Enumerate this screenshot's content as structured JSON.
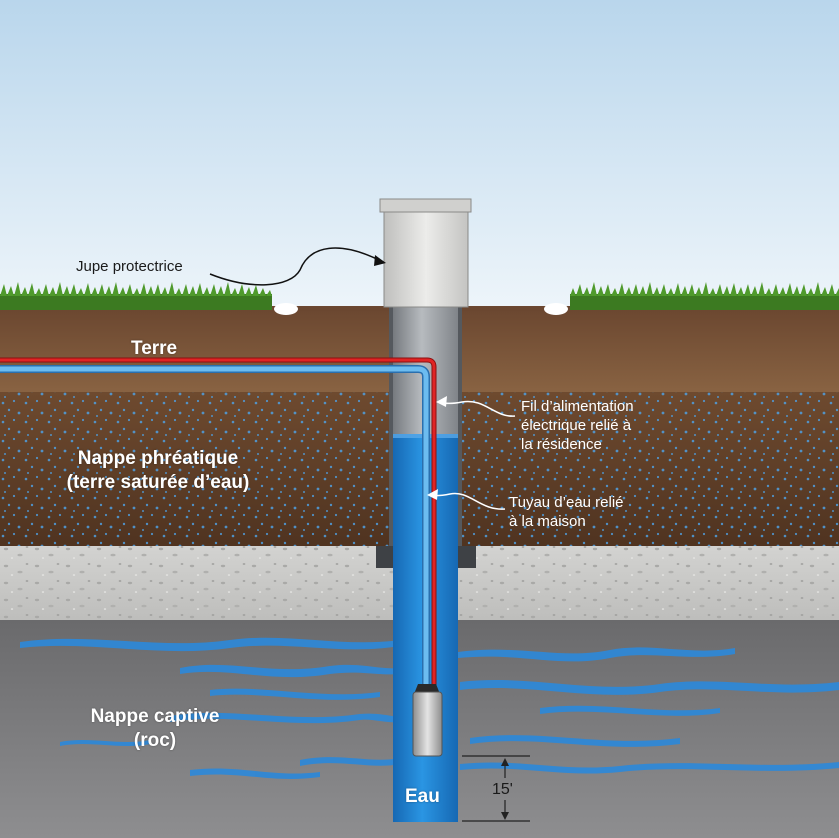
{
  "labels": {
    "jupe": "Jupe protectrice",
    "terre": "Terre",
    "nappe_phreatique": [
      "Nappe phréatique",
      "(terre saturée d’eau)"
    ],
    "fil": [
      "Fil d’alimentation",
      "électrique relié à",
      "la résidence"
    ],
    "tuyau": [
      "Tuyau d’eau relié",
      "à la maison"
    ],
    "nappe_captive": [
      "Nappe captive",
      "(roc)"
    ],
    "eau": "Eau",
    "distance": "15'"
  },
  "colors": {
    "sky_top": "#b9d6ec",
    "sky_bottom": "#eaf3f9",
    "grass": "#3f7d23",
    "soil": "#7a5236",
    "saturated_soil": "#5a3a22",
    "gravel": "#c9c9c7",
    "rock": "#7c7c7e",
    "water": "#1f7fcf",
    "aquifer_cracks": "#2e86d4",
    "casing": "#8e9297",
    "cap": "#d9d9d7",
    "power_wire": "#d62020",
    "water_pipe": "#5fb1e8"
  }
}
